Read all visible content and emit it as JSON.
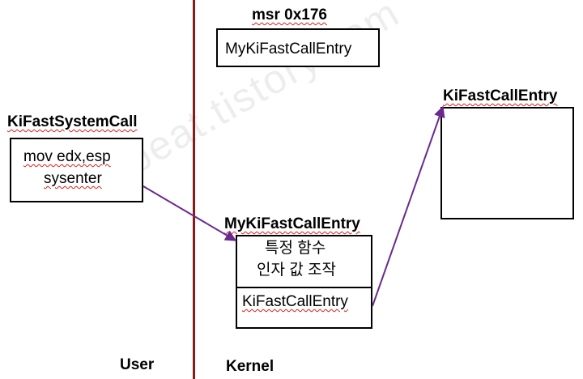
{
  "watermark": "ezbeat.tistory.com",
  "msr": {
    "title": "msr 0x176",
    "value": "MyKiFastCallEntry"
  },
  "user_side": {
    "title": "KiFastSystemCall",
    "line1": "mov edx,esp",
    "line2": "sysenter",
    "region_label": "User"
  },
  "kernel_side": {
    "region_label": "Kernel",
    "hook_title": "MyKiFastCallEntry",
    "hook_line1": "특정 함수",
    "hook_line2": "인자 값 조작",
    "hook_call": "KiFastCallEntry",
    "target_title": "KiFastCallEntry"
  },
  "colors": {
    "divider": "#8b1a1a",
    "arrow": "#6a2a8c",
    "spellcheck": "#d81e1e"
  }
}
